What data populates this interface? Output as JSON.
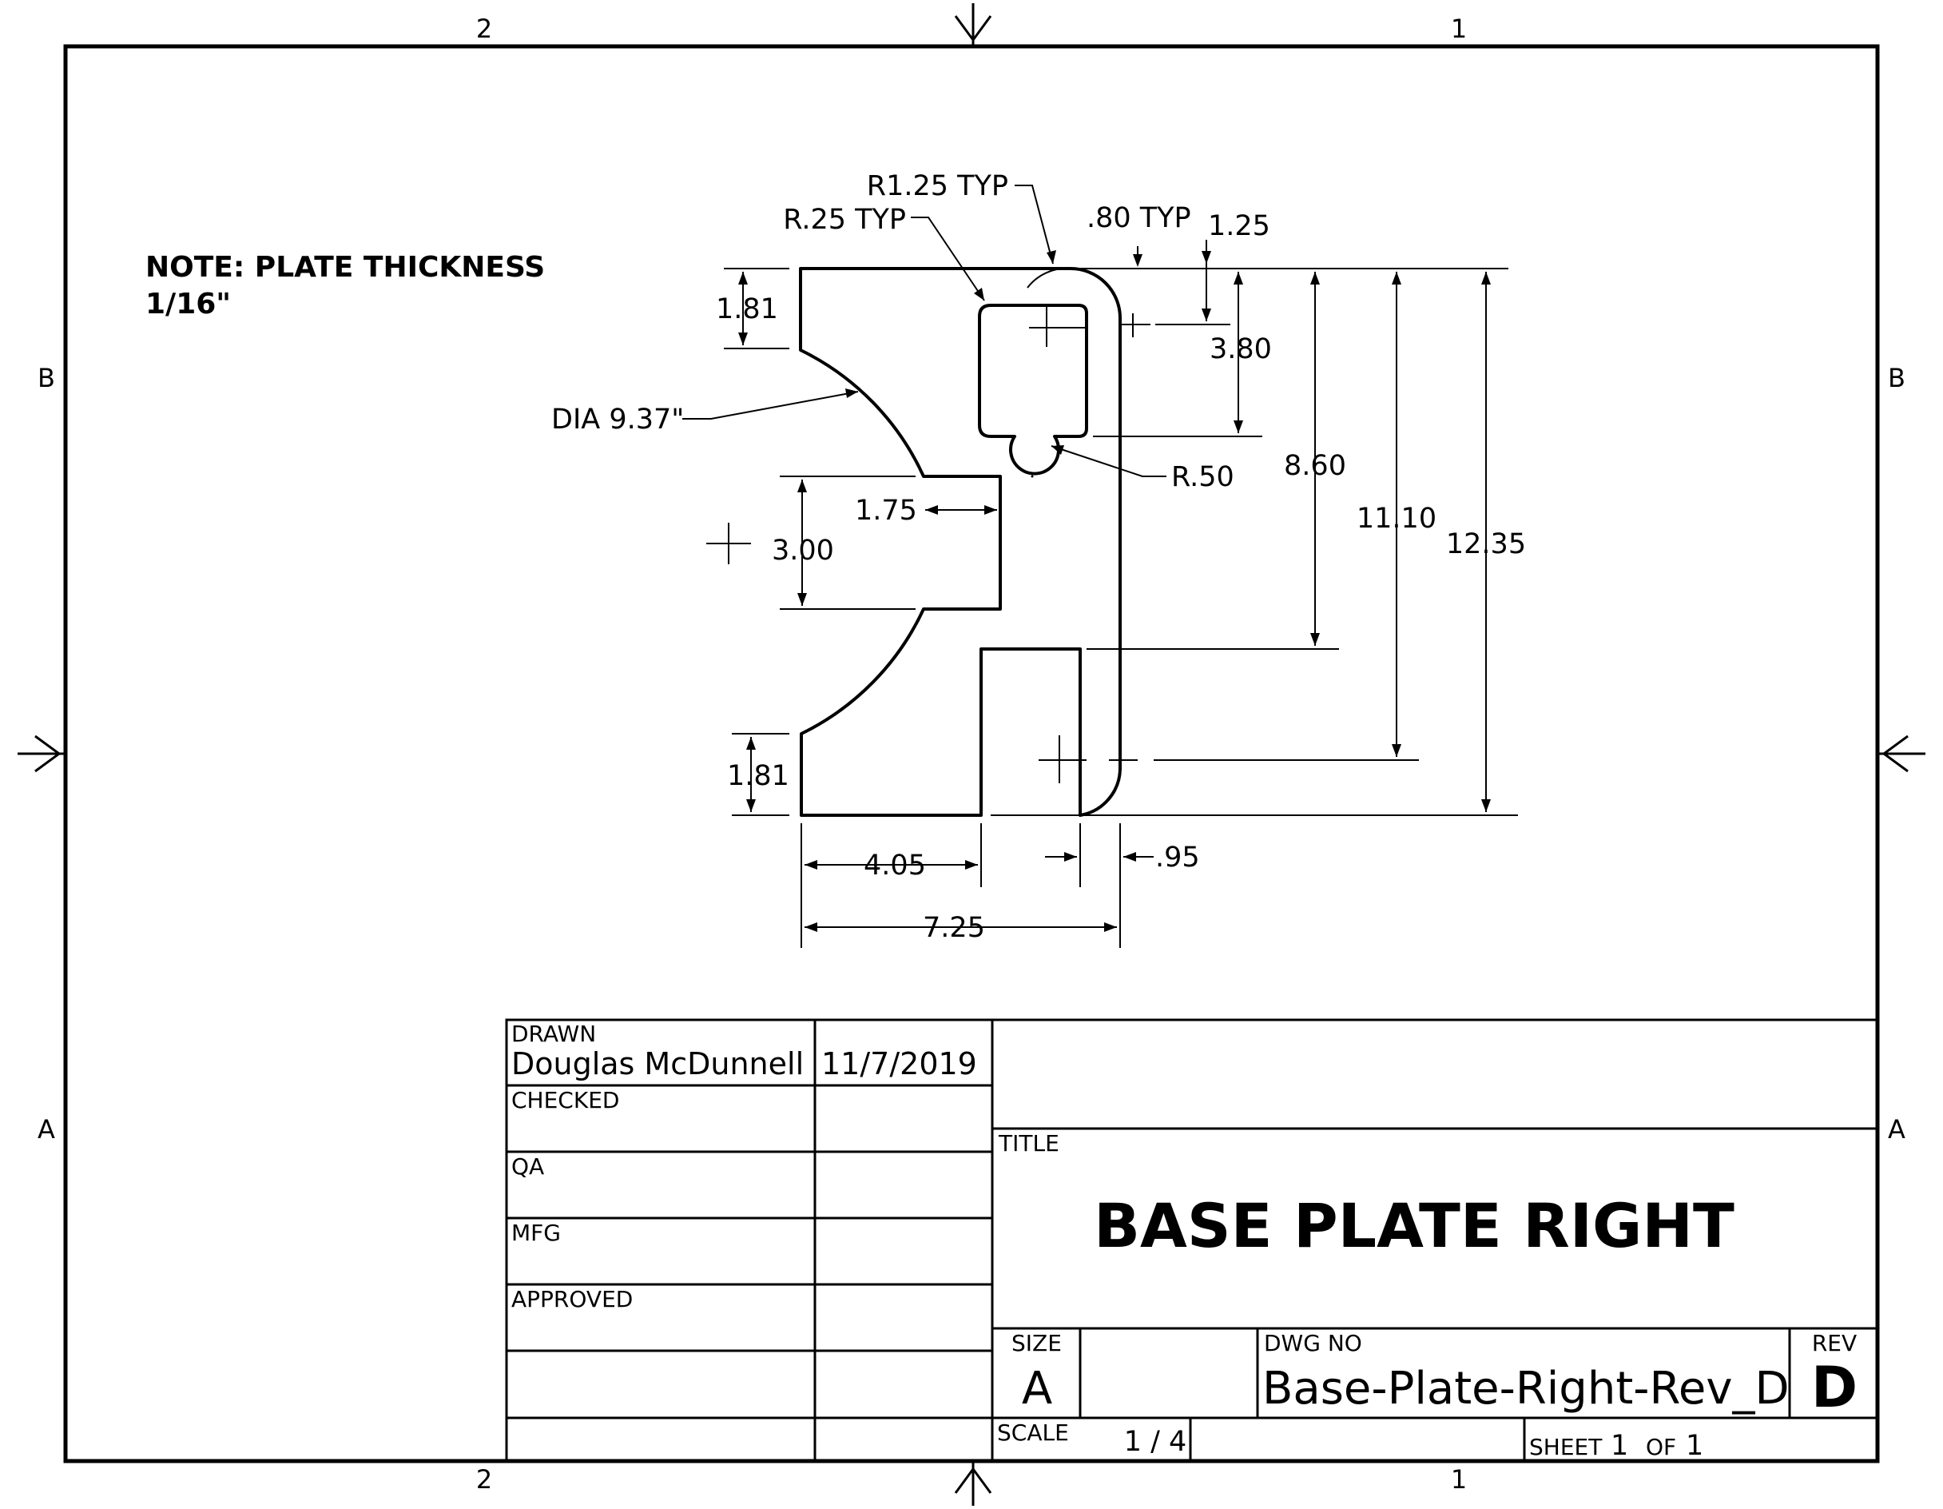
{
  "sheet": {
    "zones": {
      "top": [
        "2",
        "1"
      ],
      "bottom": [
        "2",
        "1"
      ],
      "left": [
        "B",
        "A"
      ],
      "right": [
        "B",
        "A"
      ]
    }
  },
  "note": {
    "line1": "NOTE: PLATE THICKNESS",
    "line2": "1/16\""
  },
  "dimensions": {
    "r125": "R1.25 TYP",
    "r25": "R.25 TYP",
    "typ80": ".80 TYP",
    "d125": "1.25",
    "d181_top": "1.81",
    "d380": "3.80",
    "dia": "DIA 9.37\"",
    "r50": "R.50",
    "d860": "8.60",
    "d1110": "11.10",
    "d1235": "12.35",
    "d175": "1.75",
    "d300": "3.00",
    "d181_bot": "1.81",
    "d405": "4.05",
    "d95": ".95",
    "d725": "7.25"
  },
  "title_block": {
    "drawn_label": "DRAWN",
    "drawn_name": "Douglas McDunnell",
    "drawn_date": "11/7/2019",
    "checked_label": "CHECKED",
    "qa_label": "QA",
    "mfg_label": "MFG",
    "approved_label": "APPROVED",
    "title_label": "TITLE",
    "title": "BASE PLATE RIGHT",
    "size_label": "SIZE",
    "size": "A",
    "dwg_label": "DWG NO",
    "dwg_no": "Base-Plate-Right-Rev_D",
    "rev_label": "REV",
    "rev": "D",
    "scale_label": "SCALE",
    "scale": "1 / 4",
    "sheet_label": "SHEET",
    "sheet_num": "1",
    "of_label": "OF",
    "sheet_total": "1"
  }
}
